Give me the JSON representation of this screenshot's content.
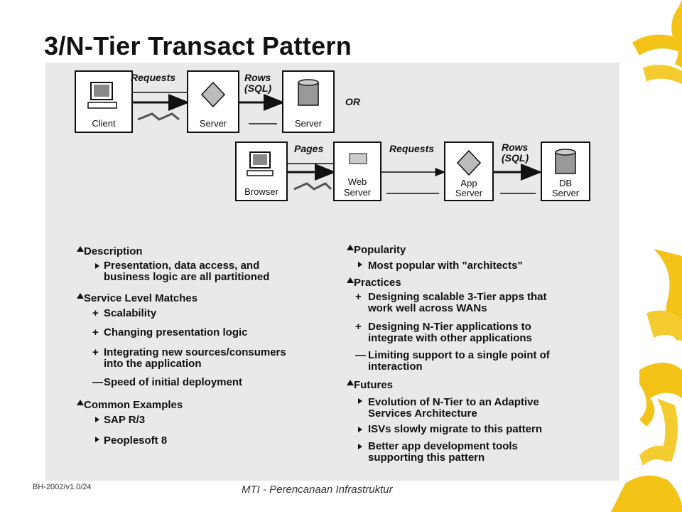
{
  "title": "3/N-Tier Transact Pattern",
  "footer": {
    "version": "BH-2002/v1.0/24",
    "course": "MTI - Perencanaan Infrastruktur"
  },
  "diagram": {
    "top_row": {
      "client": "Client",
      "requests": "Requests",
      "server1": "Server",
      "rows": "Rows",
      "sql": "(SQL)",
      "server2": "Server",
      "or": "OR"
    },
    "bottom_row": {
      "browser": "Browser",
      "pages": "Pages",
      "web_server_1": "Web",
      "web_server_2": "Server",
      "requests": "Requests",
      "app_server_1": "App",
      "app_server_2": "Server",
      "rows": "Rows",
      "sql": "(SQL)",
      "db_server_1": "DB",
      "db_server_2": "Server"
    }
  },
  "left_col": {
    "description": "Description",
    "desc_item_1": "Presentation, data access, and",
    "desc_item_2": "business logic are all partitioned",
    "service_levels": "Service Level Matches",
    "sl_1": "Scalability",
    "sl_2": "Changing presentation logic",
    "sl_3a": "Integrating new sources/consumers",
    "sl_3b": "into the application",
    "sl_4": "Speed of initial deployment",
    "common_examples": "Common Examples",
    "ex_1": "SAP R/3",
    "ex_2": "Peoplesoft 8"
  },
  "right_col": {
    "popularity": "Popularity",
    "pop_1": "Most popular with \"architects\"",
    "practices": "Practices",
    "pr_1a": "Designing scalable 3-Tier apps that",
    "pr_1b": "work well across WANs",
    "pr_2a": "Designing N-Tier applications to",
    "pr_2b": "integrate with other applications",
    "pr_3a": "Limiting support to a single point of",
    "pr_3b": "interaction",
    "futures": "Futures",
    "fu_1a": "Evolution of N-Tier to an Adaptive",
    "fu_1b": "Services Architecture",
    "fu_2": "ISVs slowly migrate to this pattern",
    "fu_3a": "Better app development tools",
    "fu_3b": "supporting this pattern"
  },
  "colors": {
    "scan_bg": "#e9e9e9",
    "accent": "#f3c318"
  }
}
